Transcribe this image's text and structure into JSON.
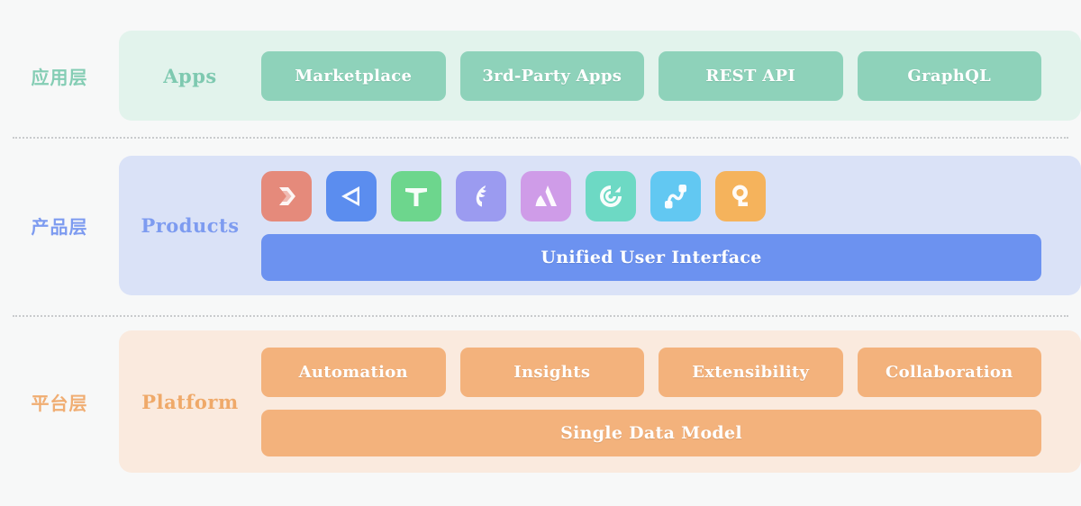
{
  "theme": {
    "page_background": "#f7f8f8",
    "apps_band": "#e2f3ec",
    "apps_accent": "#8ed2ba",
    "products_band": "#dae2f7",
    "products_accent": "#6c92f0",
    "platform_band": "#faeade",
    "platform_accent": "#f3b27c",
    "divider": "#c9cbcd"
  },
  "layers": {
    "apps": {
      "label_zh": "应用层",
      "label_en": "Apps",
      "pills": [
        {
          "label": "Marketplace"
        },
        {
          "label": "3rd-Party Apps"
        },
        {
          "label": "REST API"
        },
        {
          "label": "GraphQL"
        }
      ]
    },
    "products": {
      "label_zh": "产品层",
      "label_en": "Products",
      "icons": [
        {
          "name": "chevron-arrow-icon",
          "color": "#e58a7b"
        },
        {
          "name": "left-triangle-icon",
          "color": "#5b8def"
        },
        {
          "name": "letter-t-icon",
          "color": "#6dd68d"
        },
        {
          "name": "feather-icon",
          "color": "#9b9bf0"
        },
        {
          "name": "letter-a-peak-icon",
          "color": "#cf9ce8"
        },
        {
          "name": "target-arrow-icon",
          "color": "#6dd9c4"
        },
        {
          "name": "node-connector-icon",
          "color": "#62c8f2"
        },
        {
          "name": "letter-q-icon",
          "color": "#f3b košt"
        }
      ],
      "bar_label": "Unified User Interface"
    },
    "platform": {
      "label_zh": "平台层",
      "label_en": "Platform",
      "pills": [
        {
          "label": "Automation"
        },
        {
          "label": "Insights"
        },
        {
          "label": "Extensibility"
        },
        {
          "label": "Collaboration"
        }
      ],
      "bar_label": "Single Data Model"
    }
  }
}
